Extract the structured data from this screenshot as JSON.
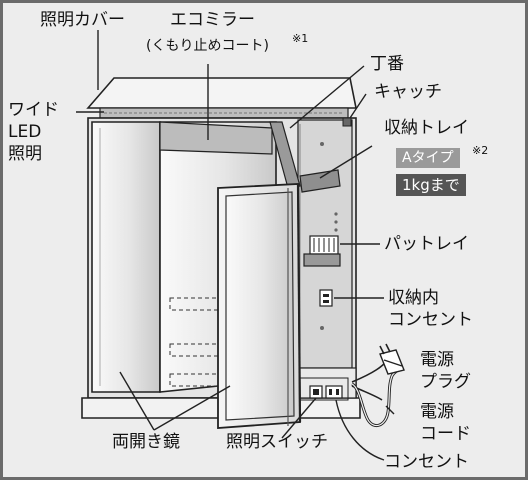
{
  "labels": {
    "lighting_cover": "照明カバー",
    "eco_mirror": "エコミラー",
    "eco_mirror_note": "(くもり止めコート)",
    "note1": "※1",
    "hinge": "丁番",
    "catch": "キャッチ",
    "wide": "ワイド",
    "led": "LED",
    "lighting": "照明",
    "storage_tray": "収納トレイ",
    "type_a": "Aタイプ",
    "note2": "※2",
    "capacity": "1kgまで",
    "pat_tray": "パットレイ",
    "inner_outlet_1": "収納内",
    "inner_outlet_2": "コンセント",
    "power_plug_1": "電源",
    "power_plug_2": "プラグ",
    "power_cord_1": "電源",
    "power_cord_2": "コード",
    "double_mirror": "両開き鏡",
    "light_switch": "照明スイッチ",
    "outlet": "コンセント"
  },
  "colors": {
    "line": "#222222",
    "mirror": "#f3f3f3",
    "mirror_shade": "#cfcfcf",
    "cabinet_inner": "#dcdcdc"
  }
}
